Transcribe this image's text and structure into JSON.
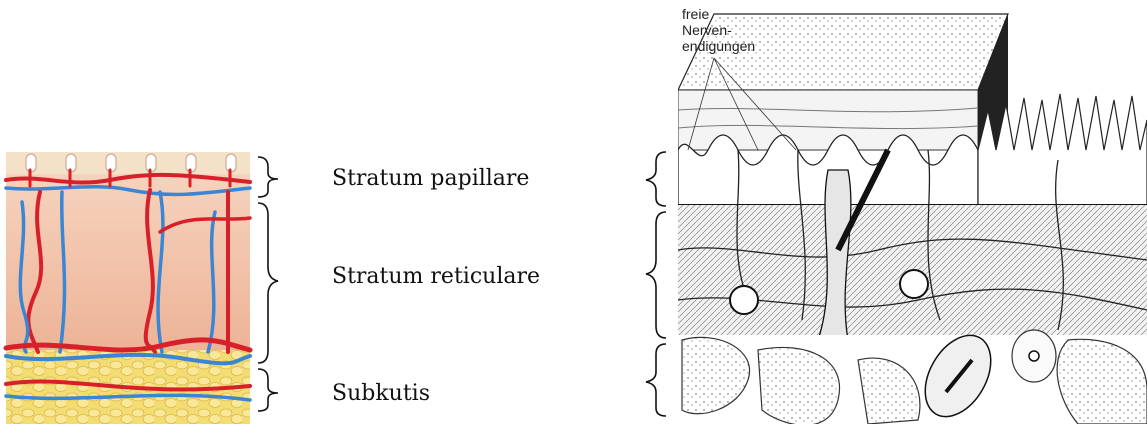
{
  "layers": {
    "papillare": "Stratum papillare",
    "reticulare": "Stratum reticulare",
    "subkutis": "Subkutis"
  },
  "drawing_labels": {
    "line1": "freie",
    "line2": "Nerven-",
    "line3": "endigungen"
  },
  "colors": {
    "artery": "#d8202a",
    "vein": "#3a86d4",
    "dermis": "#f1c6a8",
    "fat": "#f4dc6a"
  }
}
